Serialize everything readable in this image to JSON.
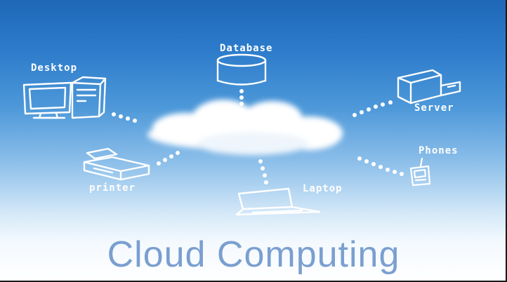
{
  "title": "Cloud Computing",
  "nodes": {
    "database": "Database",
    "desktop": "Desktop",
    "server": "Server",
    "phones": "Phones",
    "printer": "printer",
    "laptop": "Laptop"
  },
  "colors": {
    "sky_top": "#1f67b7",
    "sky_bottom": "#ffffff",
    "sketch": "#ffffff",
    "title": "#7a9fd0"
  }
}
